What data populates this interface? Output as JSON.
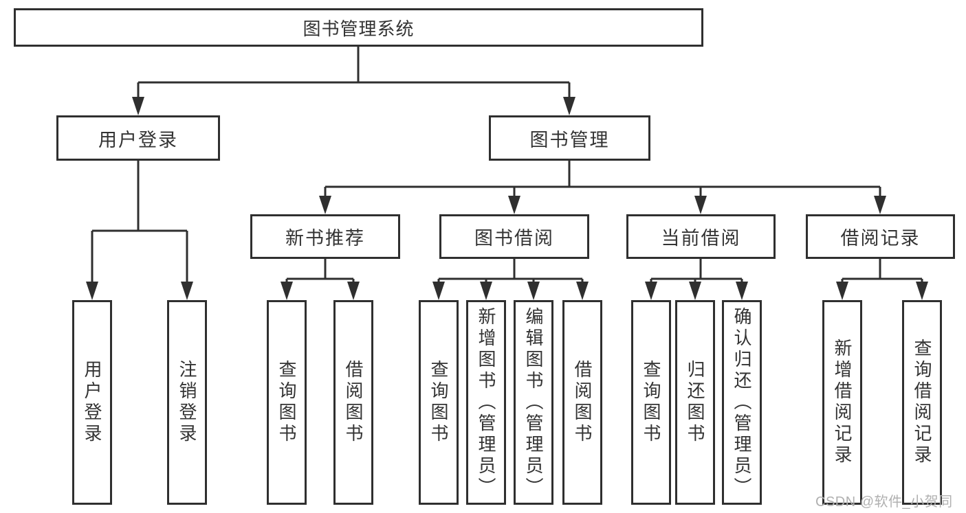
{
  "nodes": {
    "root": "图书管理系统",
    "level2": {
      "user_login": "用户登录",
      "book_mgmt": "图书管理"
    },
    "level3": {
      "new_book_rec": "新书推荐",
      "book_borrow": "图书借阅",
      "current_borrow": "当前借阅",
      "borrow_records": "借阅记录"
    },
    "leaves": {
      "user_login": [
        "用户登录",
        "注销登录"
      ],
      "new_book_rec": [
        "查询图书",
        "借阅图书"
      ],
      "book_borrow": [
        "查询图书",
        "新增图书（管理员）",
        "编辑图书（管理员）",
        "借阅图书"
      ],
      "current_borrow": [
        "查询图书",
        "归还图书",
        "确认归还（管理员）"
      ],
      "borrow_records": [
        "新增借阅记录",
        "查询借阅记录"
      ]
    }
  },
  "watermark": {
    "text": "CSDN @软件_小贺同学"
  },
  "colors": {
    "line": "#2f2f2f",
    "box_border": "#2f2f2f",
    "text": "#333333",
    "watermark": "#b0b0b0",
    "background": "#ffffff"
  }
}
